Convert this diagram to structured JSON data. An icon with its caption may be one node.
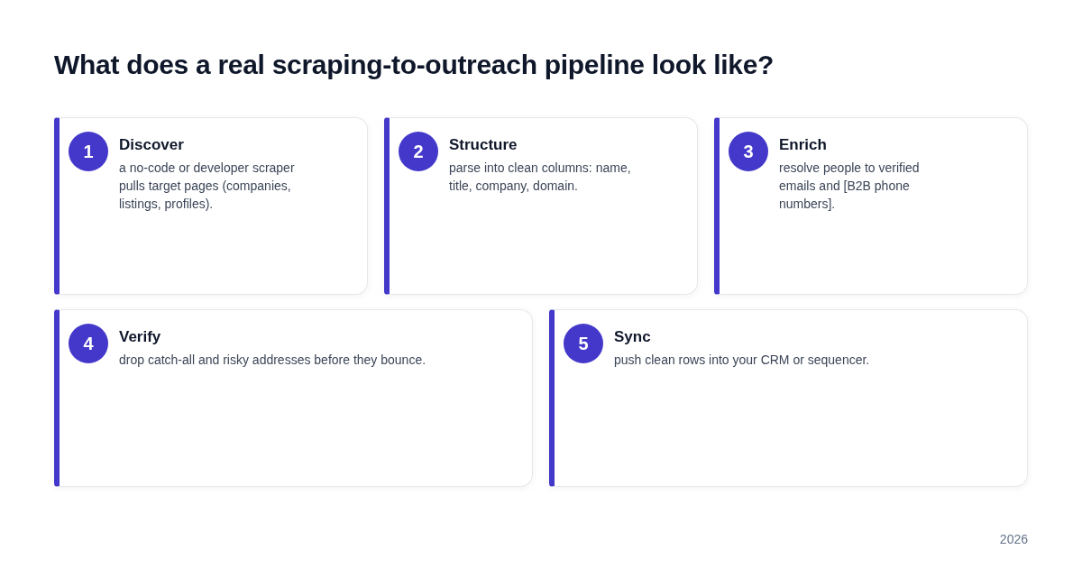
{
  "diagram": {
    "title": "What does a real scraping-to-outreach pipeline look like?",
    "nodes": [
      {
        "text": [
          "Discover",
          "a no-code or developer scraper pulls target pages (companies, listings, profiles)."
        ]
      },
      {
        "text": [
          "1"
        ],
        "in": 0
      },
      {
        "text": [
          "Structure",
          "parse into clean columns: name, title, company, domain."
        ]
      },
      {
        "text": [
          "2"
        ],
        "in": 2
      },
      {
        "text": [
          "Enrich",
          "resolve people to verified emails and [B2B phone numbers]."
        ]
      },
      {
        "text": [
          "3"
        ],
        "in": 4
      },
      {
        "text": [
          "Verify",
          "drop catch-all and risky addresses before they bounce."
        ]
      },
      {
        "text": [
          "4"
        ],
        "in": 6
      },
      {
        "text": [
          "Sync",
          "push clean rows into your CRM or sequencer."
        ]
      },
      {
        "text": [
          "5"
        ],
        "in": 8
      }
    ],
    "labels": [
      "2026"
    ]
  }
}
